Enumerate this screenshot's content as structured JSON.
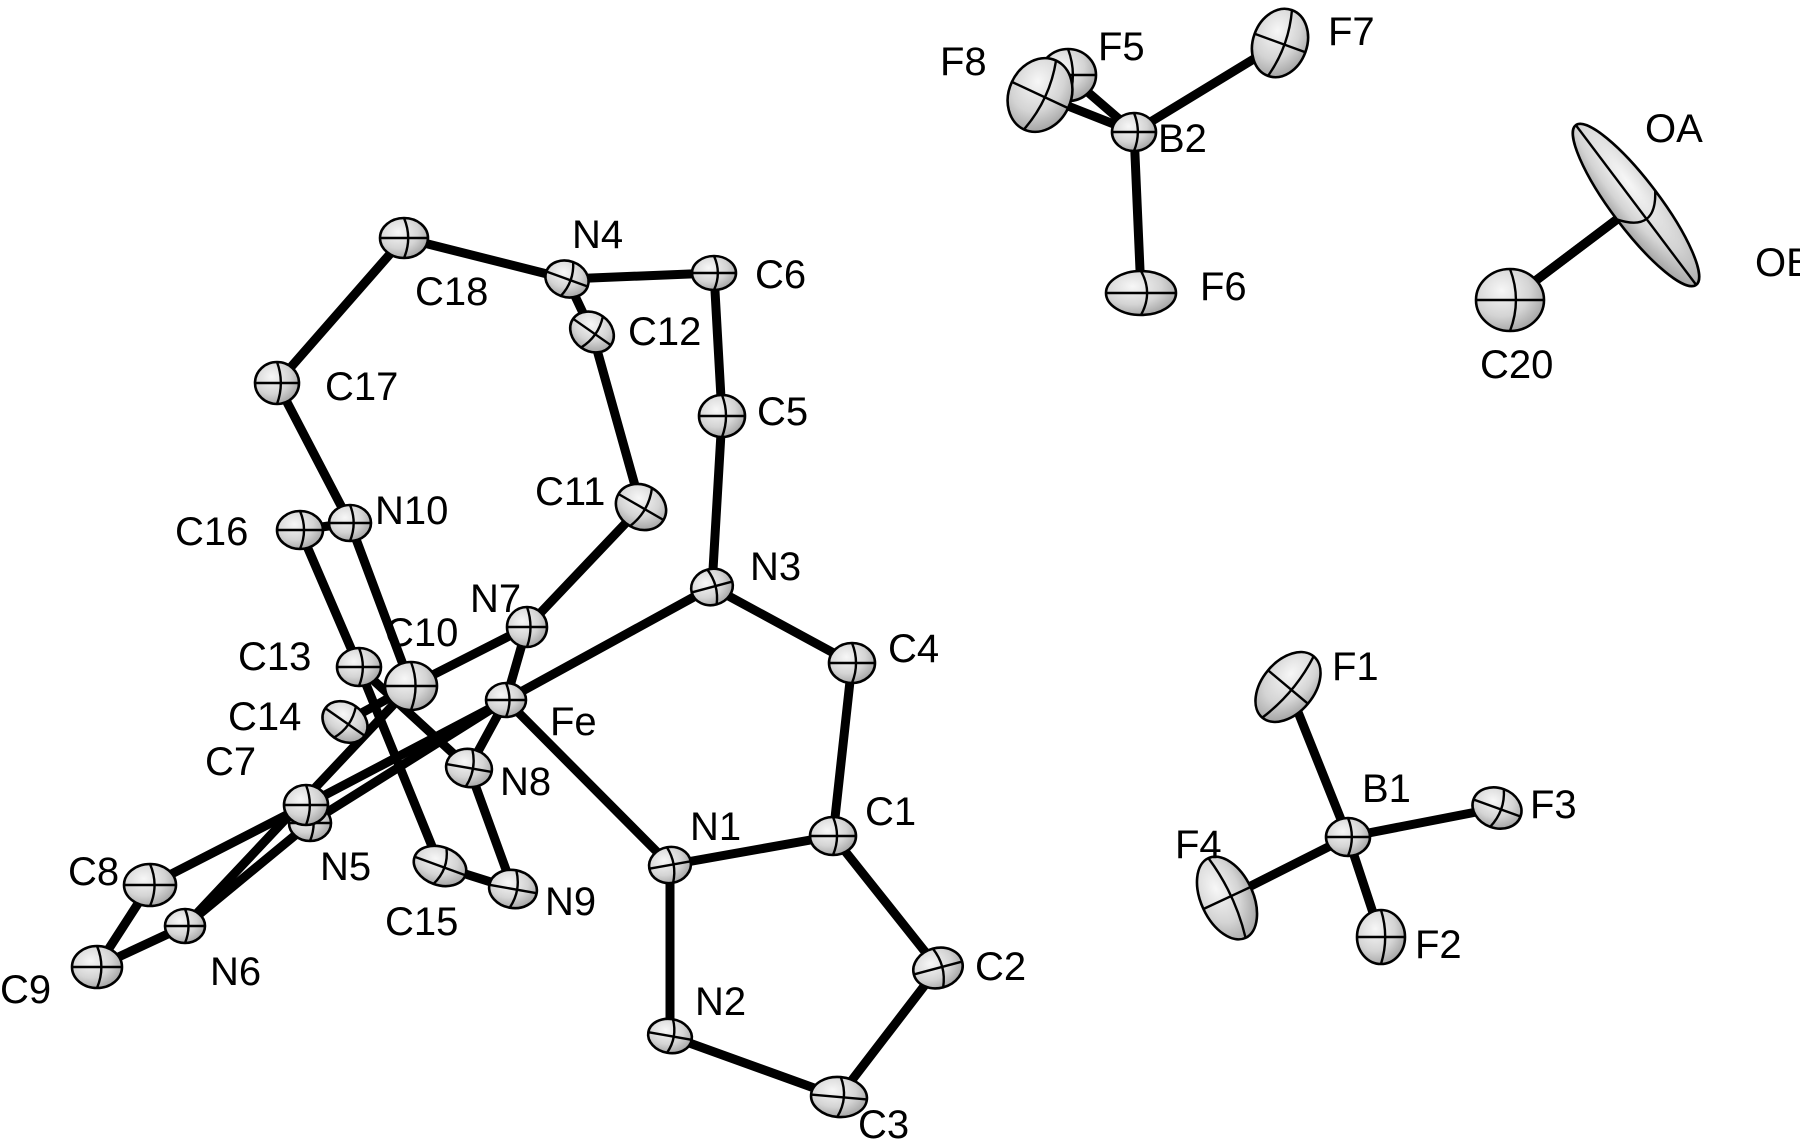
{
  "figure": {
    "colors": {
      "bond": "#000000",
      "ellipsoid_light": "#f7f7f7",
      "ellipsoid_dark": "#9a9a9a",
      "outline": "#000000",
      "background": "#ffffff"
    },
    "atoms": [
      {
        "id": "Fe",
        "label": "Fe"
      },
      {
        "id": "N1",
        "label": "N1"
      },
      {
        "id": "N2",
        "label": "N2"
      },
      {
        "id": "N3",
        "label": "N3"
      },
      {
        "id": "N4",
        "label": "N4"
      },
      {
        "id": "N5",
        "label": "N5"
      },
      {
        "id": "N6",
        "label": "N6"
      },
      {
        "id": "N7",
        "label": "N7"
      },
      {
        "id": "N8",
        "label": "N8"
      },
      {
        "id": "N9",
        "label": "N9"
      },
      {
        "id": "N10",
        "label": "N10"
      },
      {
        "id": "C1",
        "label": "C1"
      },
      {
        "id": "C2",
        "label": "C2"
      },
      {
        "id": "C3",
        "label": "C3"
      },
      {
        "id": "C4",
        "label": "C4"
      },
      {
        "id": "C5",
        "label": "C5"
      },
      {
        "id": "C6",
        "label": "C6"
      },
      {
        "id": "C7",
        "label": "C7"
      },
      {
        "id": "C8",
        "label": "C8"
      },
      {
        "id": "C9",
        "label": "C9"
      },
      {
        "id": "C10",
        "label": "C10"
      },
      {
        "id": "C11",
        "label": "C11"
      },
      {
        "id": "C12",
        "label": "C12"
      },
      {
        "id": "C13",
        "label": "C13"
      },
      {
        "id": "C14",
        "label": "C14"
      },
      {
        "id": "C15",
        "label": "C15"
      },
      {
        "id": "C16",
        "label": "C16"
      },
      {
        "id": "C17",
        "label": "C17"
      },
      {
        "id": "C18",
        "label": "C18"
      },
      {
        "id": "C19",
        "label": ""
      },
      {
        "id": "B1",
        "label": "B1"
      },
      {
        "id": "F1",
        "label": "F1"
      },
      {
        "id": "F2",
        "label": "F2"
      },
      {
        "id": "F3",
        "label": "F3"
      },
      {
        "id": "F4",
        "label": "F4"
      },
      {
        "id": "B2",
        "label": "B2"
      },
      {
        "id": "F5",
        "label": "F5"
      },
      {
        "id": "F6",
        "label": "F6"
      },
      {
        "id": "F7",
        "label": "F7"
      },
      {
        "id": "F8",
        "label": "F8"
      },
      {
        "id": "OA",
        "label": "OA"
      },
      {
        "id": "OB",
        "label": "OB"
      },
      {
        "id": "C20",
        "label": "C20"
      }
    ],
    "bonds": [
      [
        "Fe",
        "N1"
      ],
      [
        "Fe",
        "N3"
      ],
      [
        "Fe",
        "N7"
      ],
      [
        "Fe",
        "N8"
      ],
      [
        "Fe",
        "N5"
      ],
      [
        "Fe",
        "C7"
      ],
      [
        "N1",
        "N2"
      ],
      [
        "N1",
        "C1"
      ],
      [
        "C1",
        "C2"
      ],
      [
        "C2",
        "C3"
      ],
      [
        "C3",
        "N2"
      ],
      [
        "C1",
        "C4"
      ],
      [
        "C4",
        "N3"
      ],
      [
        "N3",
        "C5"
      ],
      [
        "C5",
        "C6"
      ],
      [
        "C6",
        "N4"
      ],
      [
        "N4",
        "C12"
      ],
      [
        "C12",
        "C11"
      ],
      [
        "C11",
        "N7"
      ],
      [
        "N4",
        "C18"
      ],
      [
        "C18",
        "C19"
      ],
      [
        "C19",
        "C17"
      ],
      [
        "C17",
        "N10"
      ],
      [
        "N10",
        "C16"
      ],
      [
        "N10",
        "C10"
      ],
      [
        "C10",
        "C14"
      ],
      [
        "C16",
        "C13"
      ],
      [
        "C13",
        "C15"
      ],
      [
        "C15",
        "N9"
      ],
      [
        "N9",
        "N8"
      ],
      [
        "N8",
        "C13"
      ],
      [
        "N7",
        "C10"
      ],
      [
        "N5",
        "C7"
      ],
      [
        "C7",
        "C8"
      ],
      [
        "C8",
        "C9"
      ],
      [
        "C9",
        "N6"
      ],
      [
        "N6",
        "N5"
      ],
      [
        "C10",
        "N6"
      ],
      [
        "B1",
        "F1"
      ],
      [
        "B1",
        "F2"
      ],
      [
        "B1",
        "F3"
      ],
      [
        "B1",
        "F4"
      ],
      [
        "B2",
        "F5"
      ],
      [
        "B2",
        "F6"
      ],
      [
        "B2",
        "F7"
      ],
      [
        "B2",
        "F8"
      ],
      [
        "C20",
        "OA"
      ],
      [
        "C20",
        "OB"
      ]
    ]
  }
}
